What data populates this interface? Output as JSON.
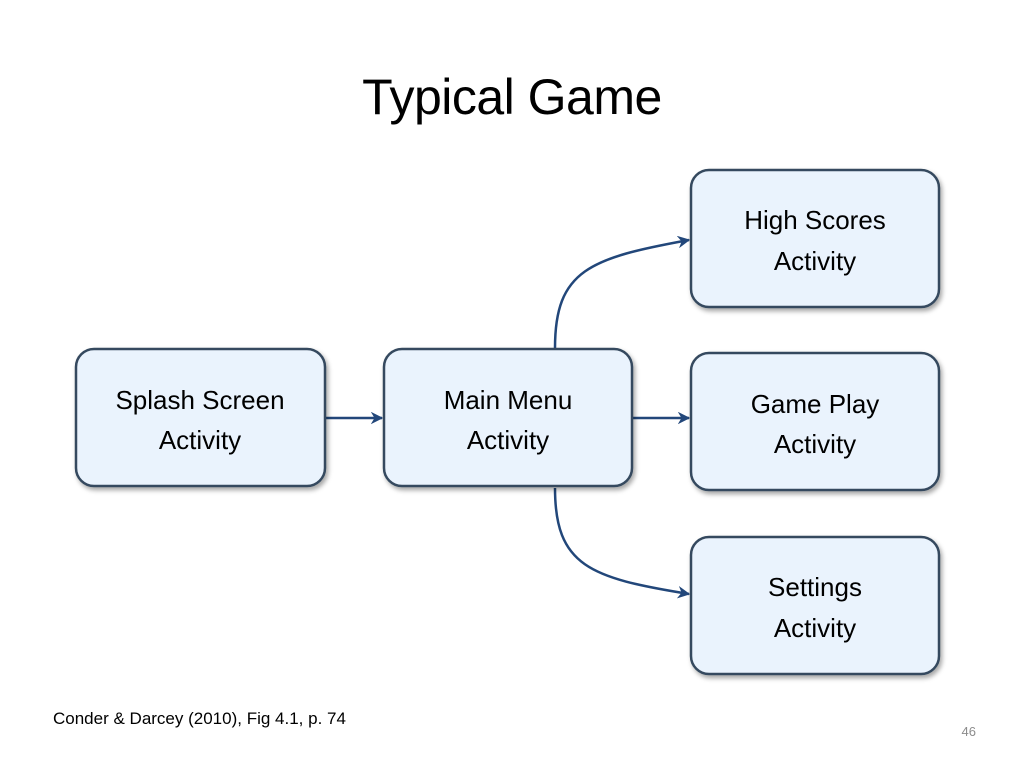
{
  "slide": {
    "title": "Typical Game",
    "citation": "Conder & Darcey (2010), Fig 4.1, p. 74",
    "page_number": "46"
  },
  "colors": {
    "box_fill": "#eaf3fd",
    "box_border": "#364a5e",
    "connector": "#22477a"
  },
  "diagram": {
    "nodes": [
      {
        "id": "splash",
        "line1": "Splash Screen",
        "line2": "Activity"
      },
      {
        "id": "main-menu",
        "line1": "Main Menu",
        "line2": "Activity"
      },
      {
        "id": "high-scores",
        "line1": "High Scores",
        "line2": "Activity"
      },
      {
        "id": "game-play",
        "line1": "Game Play",
        "line2": "Activity"
      },
      {
        "id": "settings",
        "line1": "Settings",
        "line2": "Activity"
      }
    ],
    "edges": [
      {
        "from": "splash",
        "to": "main-menu"
      },
      {
        "from": "main-menu",
        "to": "high-scores"
      },
      {
        "from": "main-menu",
        "to": "game-play"
      },
      {
        "from": "main-menu",
        "to": "settings"
      }
    ]
  }
}
